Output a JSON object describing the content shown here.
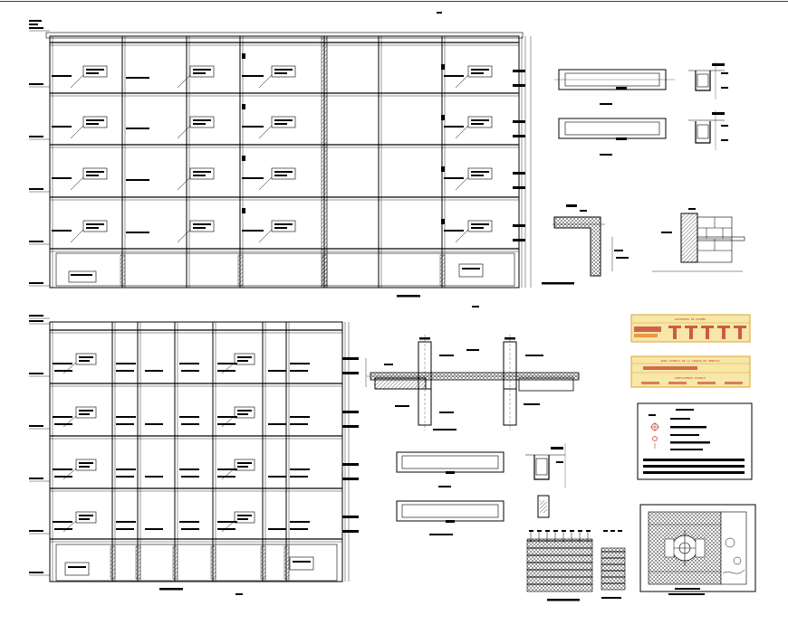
{
  "drawing": {
    "title_block": {
      "criteria_title": "CRITERIOS DE DISEÑO",
      "zone_title": "ZONA SISMICA DE LA CIUDAD DE VENECIA",
      "coefficient_title": "COEFICIENTE SISMICO"
    },
    "colors": {
      "ink": "#000000",
      "paper": "#ffffff",
      "table_fill": "#f7e7a9",
      "table_border": "#e0a030",
      "label_red": "#c0392b",
      "label_orange": "#e67e22"
    },
    "icons": [
      "crosshair-symbol-icon",
      "north-arrow-icon"
    ]
  }
}
